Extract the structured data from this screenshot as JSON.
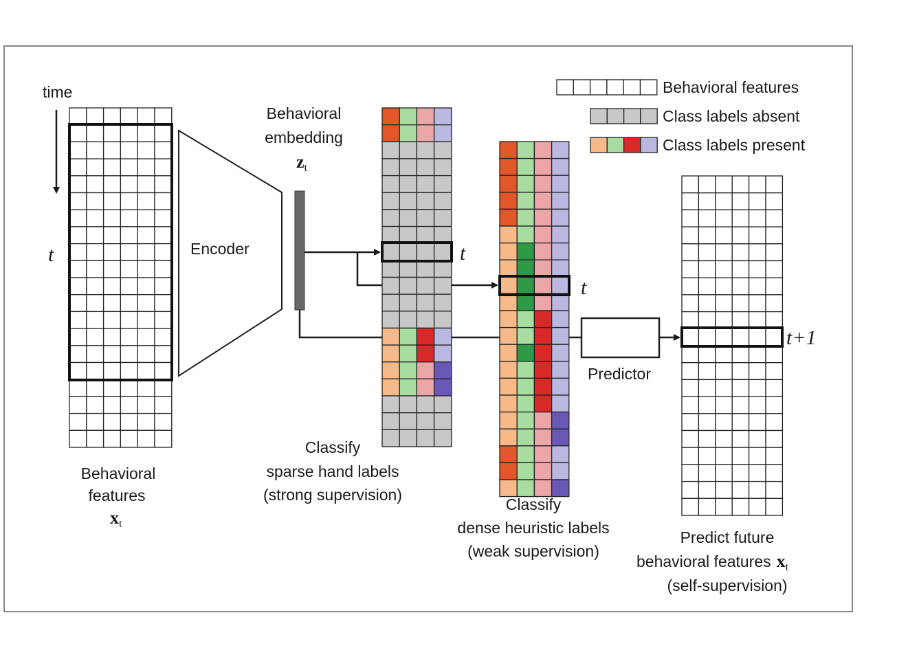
{
  "time_label": "time",
  "t_symbol": "t",
  "t_plus_symbol": "t+1",
  "encoder_label": "Encoder",
  "embedding_title": [
    "Behavioral",
    "embedding"
  ],
  "embedding_symbol": "z",
  "subscript_t": "t",
  "input_label": [
    "Behavioral",
    "features"
  ],
  "input_symbol": "x",
  "sparse_label": [
    "Classify",
    "sparse hand labels",
    "(strong supervision)"
  ],
  "dense_label": [
    "Classify",
    "dense heuristic labels",
    "(weak supervision)"
  ],
  "predictor_label": "Predictor",
  "future_label": [
    "Predict future",
    "behavioral features",
    "(self-supervision)"
  ],
  "future_symbol": "x",
  "legend": [
    "Behavioral features",
    "Class labels absent",
    "Class labels present"
  ],
  "colors": {
    "c1": "#f5b98a",
    "c1d": "#e2562a",
    "c2": "#a8dca0",
    "c2d": "#2e9a48",
    "c3": "#eba6a8",
    "c3d": "#d92828",
    "c4": "#b9b8e0",
    "c4d": "#6a58b8",
    "absent": "#c8c8c8",
    "embedding_bar": "#666666"
  }
}
